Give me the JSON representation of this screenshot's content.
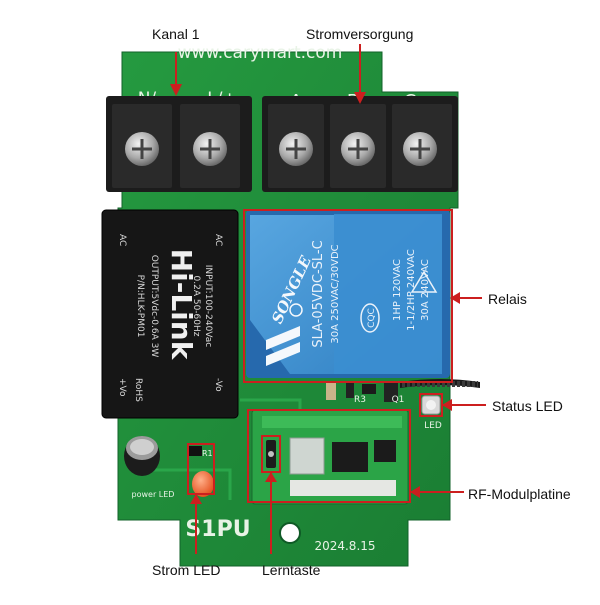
{
  "labels": {
    "kanal": "Kanal 1",
    "strom": "Stromversorgung",
    "relais": "Relais",
    "status_led": "Status LED",
    "rf_modul": "RF-Modulplatine",
    "strom_led": "Strom LED",
    "lerntaste": "Lerntaste"
  },
  "board": {
    "url": "www.carymart.com",
    "terminals": [
      "N/-",
      "L/+",
      "A",
      "B",
      "C"
    ],
    "model": "S1PU",
    "date": "2024.8.15",
    "power_led_text": "power LED",
    "led_text": "LED",
    "r1": "R1",
    "r3": "R3",
    "q1": "Q1"
  },
  "psu": {
    "brand": "Hi-Link",
    "input": "INPUT:100-240Vac",
    "input2": "0.2A 50-60Hz",
    "output": "OUTPUT:5Vdc-0.6A 3W",
    "pn": "P/N:HLK-PM01",
    "ac1": "AC",
    "ac2": "AC",
    "rohs": "RoHS",
    "vplus": "+Vo",
    "vminus": "-Vo"
  },
  "relay": {
    "brand": "SONGLE",
    "model": "SLA-05VDC-SL-C",
    "rating1": "30A 250VAC/30VDC",
    "rating2": "1HP 120VAC",
    "rating3": "1-1/2HP 240VAC",
    "rating4": "30A 240VAC",
    "cqc": "CQC"
  },
  "colors": {
    "pcb": "#1f8f3a",
    "annotation": "#cc1f1f",
    "relay": "#3d8fd0",
    "terminal": "#1c1c1c"
  }
}
